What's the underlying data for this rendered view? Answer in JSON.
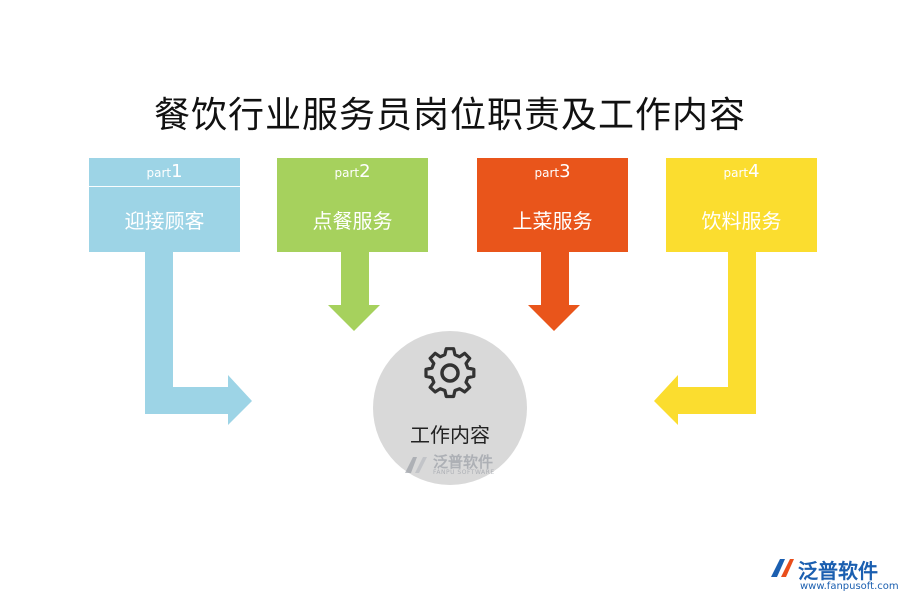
{
  "title": "餐饮行业服务员岗位职责及工作内容",
  "cards": [
    {
      "part_prefix": "part",
      "part_num": "1",
      "label": "迎接顾客",
      "color": "#9dd4e6"
    },
    {
      "part_prefix": "part",
      "part_num": "2",
      "label": "点餐服务",
      "color": "#a6d15d"
    },
    {
      "part_prefix": "part",
      "part_num": "3",
      "label": "上菜服务",
      "color": "#e9551b"
    },
    {
      "part_prefix": "part",
      "part_num": "4",
      "label": "饮料服务",
      "color": "#fbdd2f"
    }
  ],
  "center": {
    "label": "工作内容",
    "icon": "gear-icon",
    "color": "#d9d9d9"
  },
  "watermark": {
    "text": "泛普软件",
    "sub": "FANPU SOFTWARE"
  },
  "logo": {
    "text": "泛普软件",
    "url": "www.fanpusoft.com",
    "color": "#1b5fb0"
  }
}
